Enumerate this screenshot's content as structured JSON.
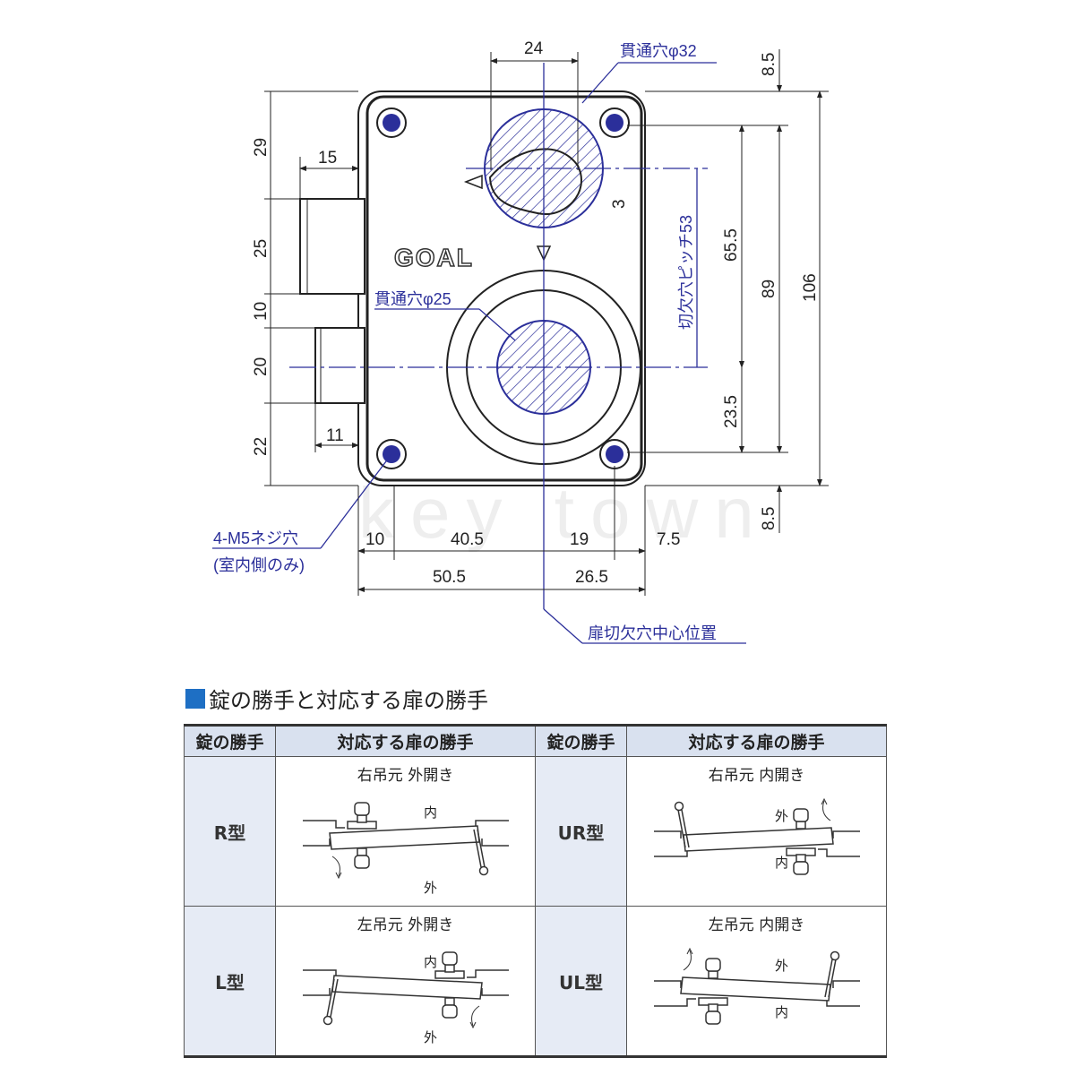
{
  "drawing": {
    "brand_logo": "GOAL",
    "watermark": "key town",
    "dims": {
      "top_24": "24",
      "left_29": "29",
      "left_25": "25",
      "left_10": "10",
      "left_20": "20",
      "left_22": "22",
      "bolt_15": "15",
      "latch_11": "11",
      "right_top_8_5": "8.5",
      "right_bottom_8_5": "8.5",
      "right_106": "106",
      "right_89": "89",
      "right_65_5": "65.5",
      "right_23_5": "23.5",
      "offset_3": "3",
      "bottom_10": "10",
      "bottom_40_5": "40.5",
      "bottom_19": "19",
      "bottom_7_5": "7.5",
      "bottom_50_5": "50.5",
      "bottom_26_5": "26.5"
    },
    "notes": {
      "through_hole_32": "貫通穴φ32",
      "through_hole_25": "貫通穴φ25",
      "pitch_53": "切欠穴ピッチ53",
      "screw_holes": "4-M5ネジ穴",
      "screw_holes_note": "(室内側のみ)",
      "door_center": "扉切欠穴中心位置"
    },
    "colors": {
      "annotation": "#2b2f9a",
      "accent": "#1e6fc4"
    }
  },
  "section": {
    "title": "錠の勝手と対応する扉の勝手"
  },
  "table": {
    "headers": [
      "錠の勝手",
      "対応する扉の勝手",
      "錠の勝手",
      "対応する扉の勝手"
    ],
    "rows": [
      [
        {
          "type": "R型",
          "door": "右吊元 外開き",
          "inside": "内",
          "outside": "外"
        },
        {
          "type": "UR型",
          "door": "右吊元 内開き",
          "inside": "内",
          "outside": "外"
        }
      ],
      [
        {
          "type": "L型",
          "door": "左吊元 外開き",
          "inside": "内",
          "outside": "外"
        },
        {
          "type": "UL型",
          "door": "左吊元 内開き",
          "inside": "内",
          "outside": "外"
        }
      ]
    ]
  }
}
